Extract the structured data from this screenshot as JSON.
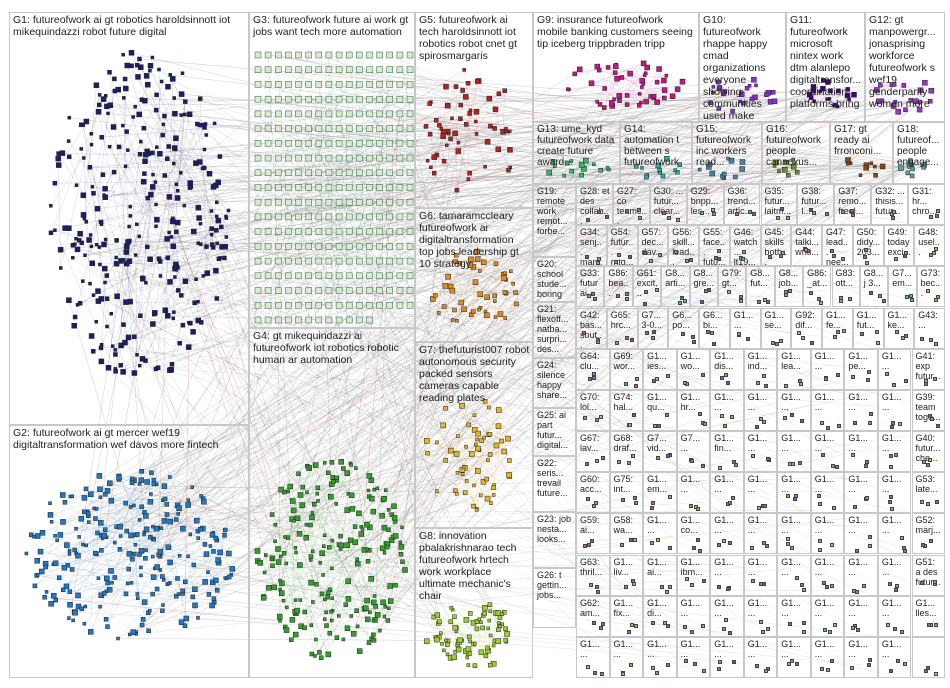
{
  "groups": [
    {
      "id": "G1",
      "label": "G1: futureofwork ai gt robotics haroldsinnott iot mikequindazzi robot future digital",
      "color": "#1b1f6b",
      "density": 320
    },
    {
      "id": "G2",
      "label": "G2: futureofwork ai gt mercer wef19 digitaltransformation wef davos more fintech",
      "color": "#1f78c8",
      "density": 260
    },
    {
      "id": "G3",
      "label": "G3: futureofwork future ai work gt jobs want tech more automation",
      "color": "#2e8b57",
      "density": 300
    },
    {
      "id": "G4",
      "label": "G4: gt mikequindazzi ai futureofwork iot robotics robotic human ar automation",
      "color": "#33a02c",
      "density": 220
    },
    {
      "id": "G5",
      "label": "G5: futureofwork ai tech haroldsinnott iot robotics robot cnet gt spirosmargaris",
      "color": "#b22222",
      "density": 60
    },
    {
      "id": "G6",
      "label": "G6: tamaramccleary futureofwork ai digitaltransformation top jobs leadership gt 10 strategy",
      "color": "#e08a1e",
      "density": 50
    },
    {
      "id": "G7",
      "label": "G7: thefuturist007 robot autonomous security packed sensors cameras capable reading plates",
      "color": "#e6b422",
      "density": 60
    },
    {
      "id": "G8",
      "label": "G8: innovation pbalakrishnarao tech futureofwork hrtech work workplace ultimate mechanic's chair",
      "color": "#9acd32",
      "density": 80
    },
    {
      "id": "G9",
      "label": "G9: insurance futureofwork mobile banking customers seeing tip iceberg trippbraden tripp",
      "color": "#c71585",
      "density": 50
    },
    {
      "id": "G10",
      "label": "G10: futureofwork rhappe happy cmad organizations everyone showing communities used make",
      "color": "#8a2be2",
      "density": 25
    },
    {
      "id": "G11",
      "label": "G11: futureofwork microsoft nintex work dtm alanlepo digitaltransfor... coordination platforms bring",
      "color": "#4b0082",
      "density": 20
    },
    {
      "id": "G12",
      "label": "G12: gt manpowergr... jonasprising workforce futureofwork s wef19 genderparity women more",
      "color": "#9932cc",
      "density": 20
    },
    {
      "id": "G13",
      "label": "G13: ume_kyd futureofwork data create future award...",
      "color": "#3cb371",
      "density": 15
    },
    {
      "id": "G14",
      "label": "G14: automation t between s futureofwork",
      "color": "#20b2aa",
      "density": 12
    },
    {
      "id": "G15",
      "label": "G15: futureofwork inc workers read...",
      "color": "#4682b4",
      "density": 12
    },
    {
      "id": "G16",
      "label": "G16: futureofwork people cannexus...",
      "color": "#6b8e23",
      "density": 10
    },
    {
      "id": "G17",
      "label": "G17: gt ready ai frronconi...",
      "color": "#8b4513",
      "density": 10
    },
    {
      "id": "G18",
      "label": "G18: futureof... people engage...",
      "color": "#5f9ea0",
      "density": 10
    }
  ],
  "small_groups": [
    {
      "id": "G19",
      "label": "G19: remote work remot... forbe..."
    },
    {
      "id": "G20",
      "label": "G20: school stude... boring irrelev..."
    },
    {
      "id": "G21",
      "label": "G21: flexoff... natba... surpri... des..."
    },
    {
      "id": "G24",
      "label": "G24: silence happy share..."
    },
    {
      "id": "G25",
      "label": "G25: ai part futur... digital..."
    },
    {
      "id": "G22",
      "label": "G22: seris... trevail future..."
    },
    {
      "id": "G23",
      "label": "G23: job nesta... looks..."
    },
    {
      "id": "G26",
      "label": "G26: t gettin... jobs..."
    }
  ],
  "grid_labels": [
    "G28: et des collab...",
    "G27: co teamc... found...",
    "G30: ... futur... clear...",
    "G29: bnpp... les...",
    "G36: trend... artic...",
    "G35: futur... laitm...",
    "G38: futur... l...",
    "G37: remo... freel...",
    "G32: ... thisis... futur...",
    "G31: hr... chro...",
    "G34: senj... man...",
    "G54: futur... mtg...",
    "G57: dec... dav...",
    "G56: skill... lead...",
    "G55: face... futu...",
    "G46: watch... lt19...",
    "G45: skills both...",
    "G44: talki... writi...",
    "G47: lead... nee...",
    "G50: didy... 203...",
    "G49: today exci...",
    "G48: usel...",
    "G33: futur ai...",
    "G86: bea...",
    "G61: excit...",
    "G8... arti...",
    "G8... gre...",
    "G79: gt...",
    "G8... fut...",
    "G8... job...",
    "G86: _at...",
    "G83: ott...",
    "G8... j 3...",
    "G7... em...",
    "G73: bec...",
    "G42: bas... sout...",
    "G65: hrc...",
    "G7... 3-0...",
    "G6... po...",
    "G6... bi...",
    "G1... ...",
    "G1... se...",
    "G92: dif...",
    "G1... fe...",
    "G1... fut...",
    "G1... ke...",
    "G43: ...",
    "G64: clu...",
    "G69: wor...",
    "G1... ies...",
    "G1... wo...",
    "G1... dis...",
    "G1... ind...",
    "G1... lea...",
    "G1... ...",
    "G1... pe...",
    "G1... ...",
    "G41: exp futur...",
    "G70: lol...",
    "G74: hal...",
    "G1... qu...",
    "G1... hr...",
    "G1... ...",
    "G1... ...",
    "G1... ...",
    "G1... ...",
    "G1... ...",
    "G1... ...",
    "G39: team toge...",
    "G67: lav...",
    "G68: draf...",
    "G7... vid...",
    "G7... ...",
    "G1... fin...",
    "G1... ...",
    "G1... ...",
    "G1... ...",
    "G1... ...",
    "G1... ...",
    "G40: futur... che...",
    "G60: acc...",
    "G75: int...",
    "G1... em...",
    "G1... ...",
    "G1... ...",
    "G1... ...",
    "G1... ...",
    "G1... ...",
    "G1... ...",
    "G1... ...",
    "G53: late...",
    "G59: ai...",
    "G58: wa...",
    "G1... ...",
    "G1... co...",
    "G1... ...",
    "G1... ...",
    "G1... ...",
    "G1... ...",
    "G1... ...",
    "G1... ...",
    "G52: marj...",
    "G63: thril...",
    "G1... liv...",
    "G1... ai...",
    "G1... ibm...",
    "G1... ...",
    "G1... ...",
    "G1... ...",
    "G1... ...",
    "G1... ...",
    "G1... ...",
    "G51: a des futur...",
    "G62: am...",
    "G1... fix...",
    "G1... di...",
    "G1... ...",
    "G1... ...",
    "G1... ...",
    "G1... ...",
    "G1... ...",
    "G1... ...",
    "G1... ...",
    "G1... lles...",
    "G1... ...",
    "G1... ...",
    "G1... ...",
    "G1... ...",
    "G1... ...",
    "G1... ...",
    "G1... ...",
    "G1... ...",
    "G1... ...",
    "G1... ..."
  ],
  "colors": {
    "edge": "#7a7a7a",
    "edge_red": "#c0392b",
    "panel_border": "#c8c8c8"
  }
}
